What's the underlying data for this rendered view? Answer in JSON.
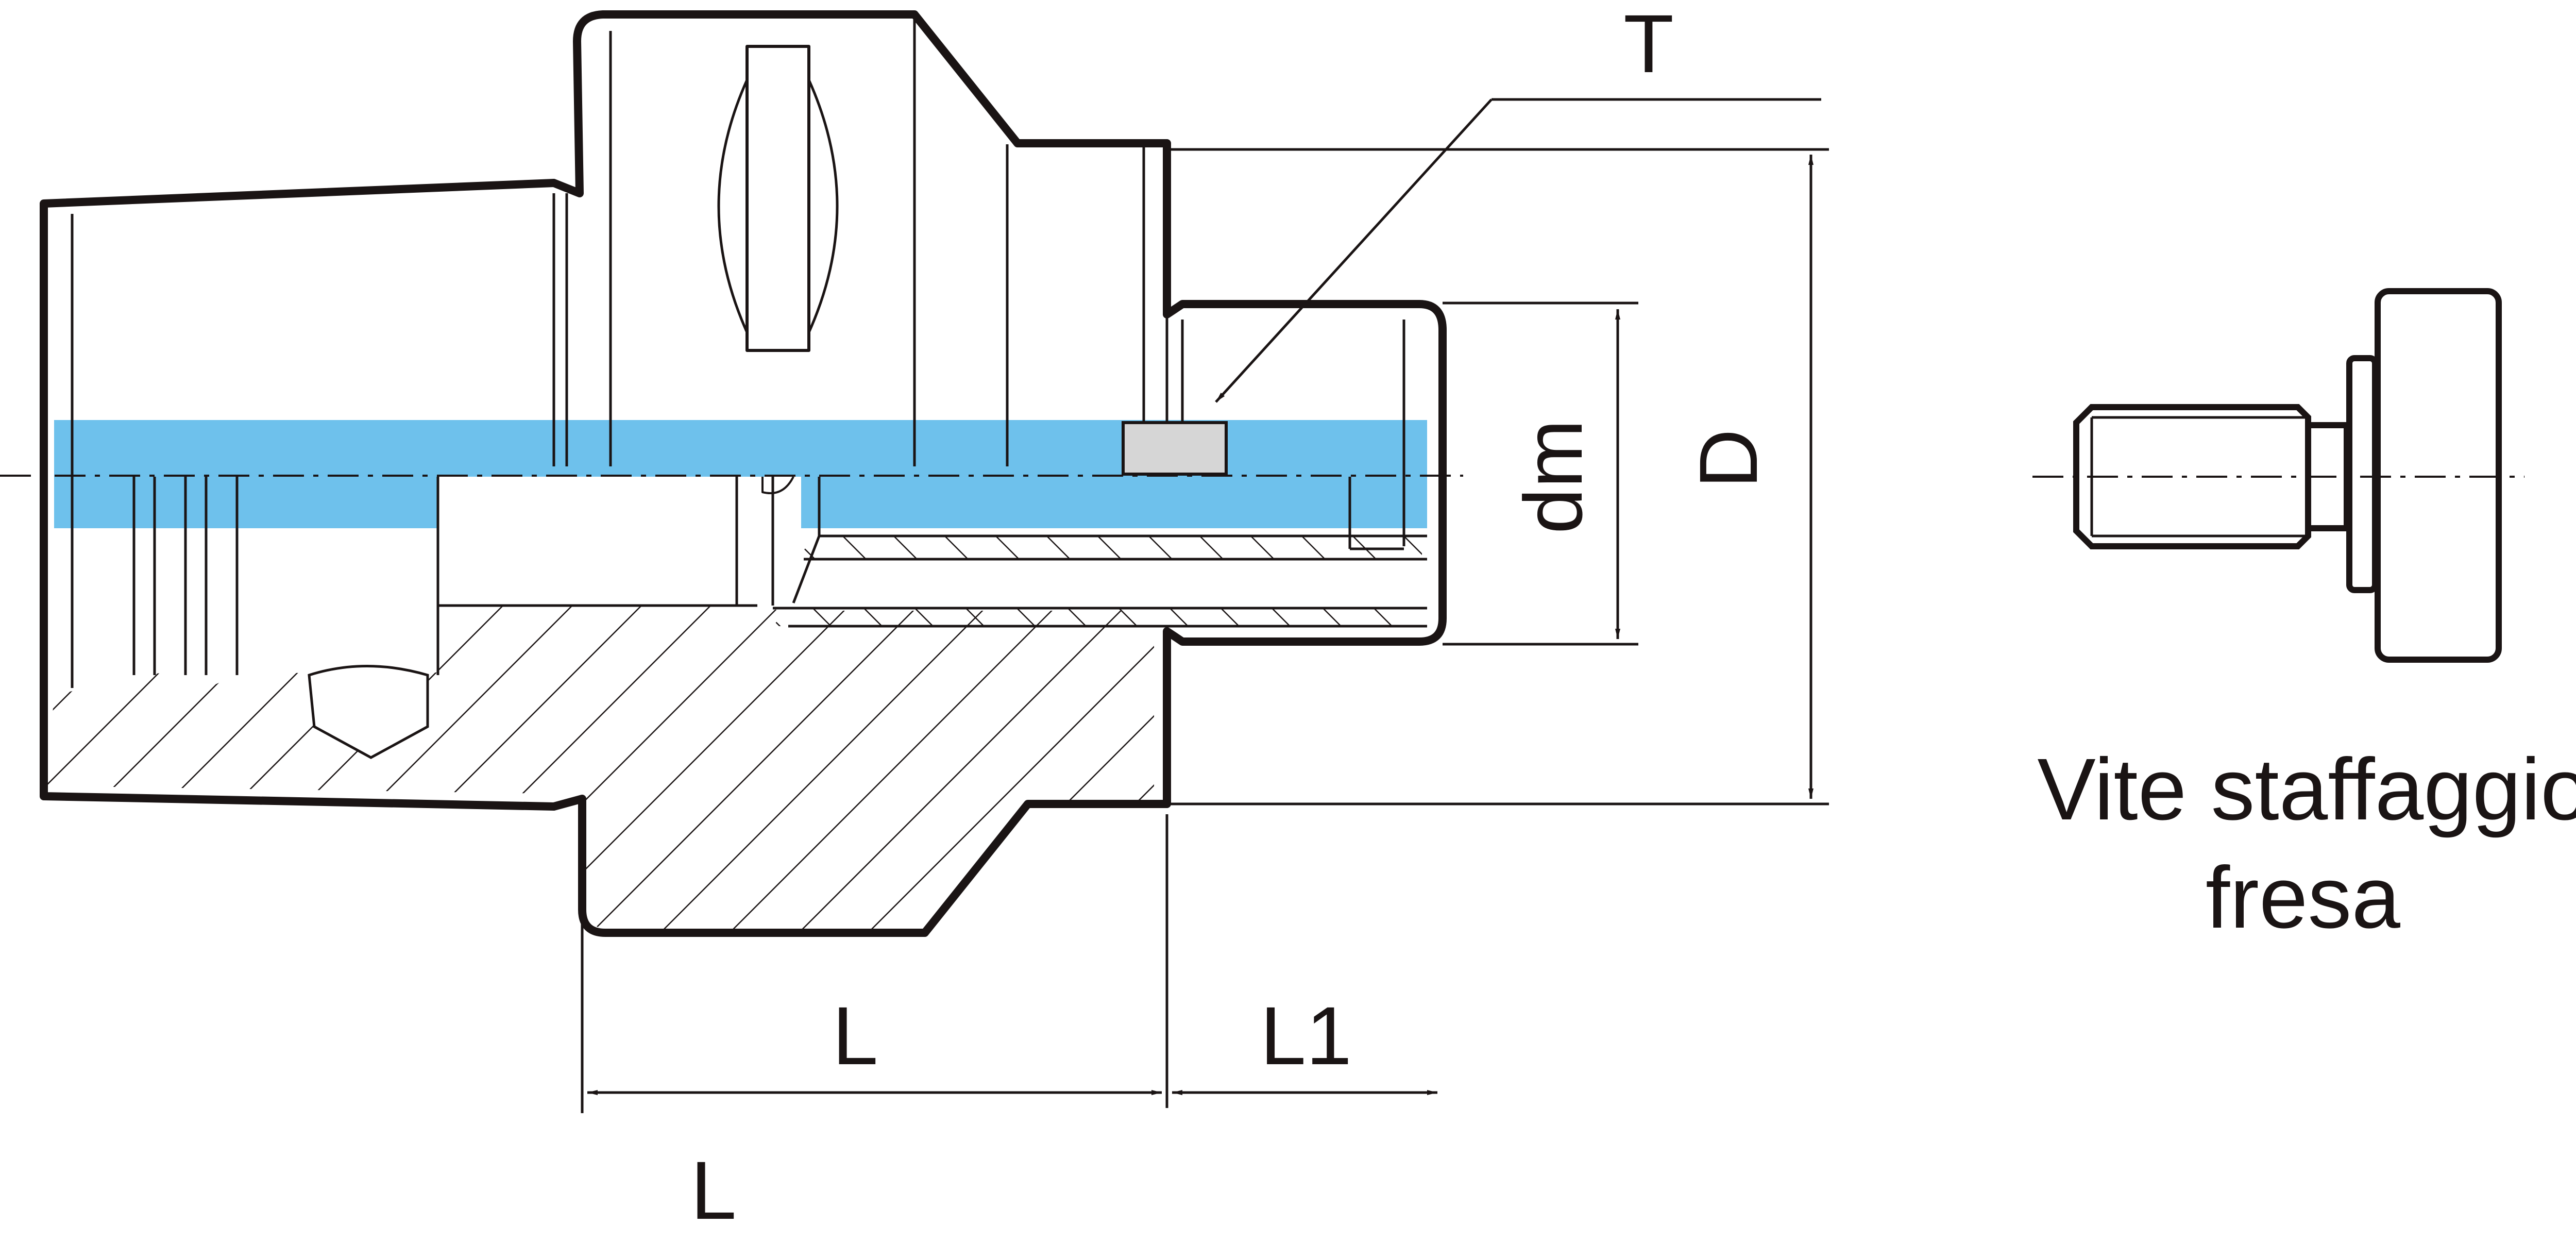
{
  "labels": {
    "T": "T",
    "dm": "dm",
    "D": "D",
    "L_upper": "L",
    "L1": "L1",
    "L_lower": "L"
  },
  "caption": {
    "line1": "Vite staffaggio",
    "line2": "fresa"
  },
  "colors": {
    "outline": "#1a1414",
    "highlight": "#6ec1ec",
    "set_screw_fill": "#d6d6d6",
    "background": "#ffffff"
  }
}
